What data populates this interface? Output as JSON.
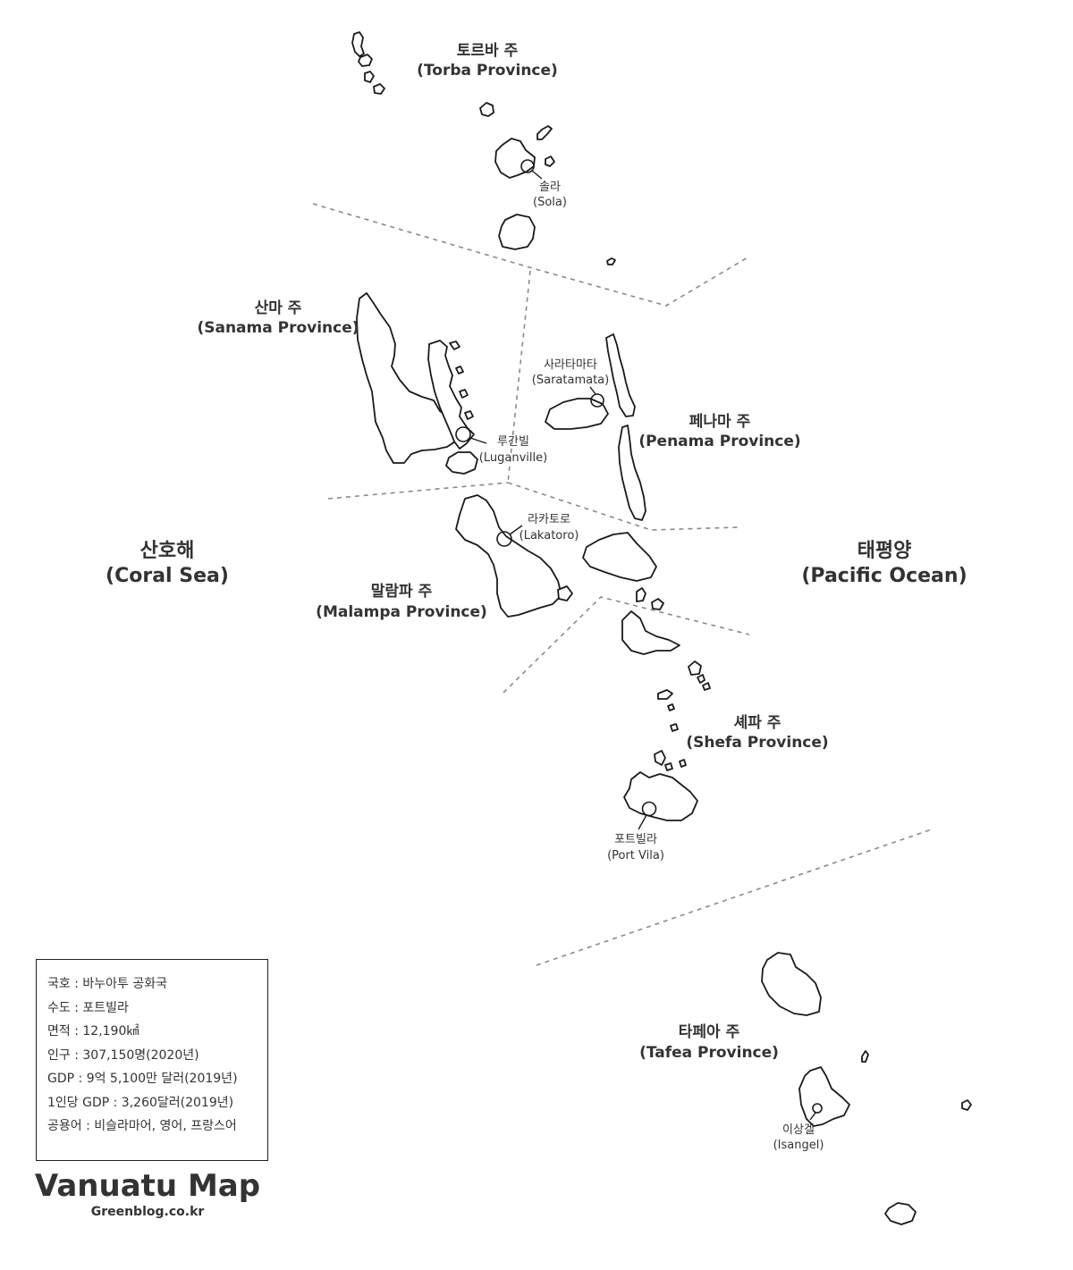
{
  "provinces": {
    "torba": {
      "name_ko": "토르바 주",
      "name_en": "(Torba Province)"
    },
    "sanama": {
      "name_ko": "산마 주",
      "name_en": "(Sanama Province)"
    },
    "penama": {
      "name_ko": "페나마 주",
      "name_en": "(Penama Province)"
    },
    "malampa": {
      "name_ko": "말람파 주",
      "name_en": "(Malampa Province)"
    },
    "shefa": {
      "name_ko": "셰파 주",
      "name_en": "(Shefa Province)"
    },
    "tafea": {
      "name_ko": "타페아 주",
      "name_en": "(Tafea Province)"
    }
  },
  "seas": {
    "coral": {
      "name_ko": "산호해",
      "name_en": "(Coral Sea)"
    },
    "pacific": {
      "name_ko": "태평양",
      "name_en": "(Pacific Ocean)"
    }
  },
  "cities": {
    "sola": {
      "name_ko": "솔라",
      "name_en": "(Sola)"
    },
    "saratamata": {
      "name_ko": "사라타마타",
      "name_en": "(Saratamata)"
    },
    "luganville": {
      "name_ko": "루간빌",
      "name_en": "(Luganville)"
    },
    "lakatoro": {
      "name_ko": "라카토로",
      "name_en": "(Lakatoro)"
    },
    "portvila": {
      "name_ko": "포트빌라",
      "name_en": "(Port Vila)"
    },
    "isangel": {
      "name_ko": "이상겔",
      "name_en": "(Isangel)"
    }
  },
  "info": {
    "rows": [
      "국호 : 바누아투 공화국",
      "수도 : 포트빌라",
      "면적 : 12,190㎢",
      "인구 : 307,150명(2020년)",
      "GDP : 9억 5,100만 달러(2019년)",
      "1인당 GDP : 3,260달러(2019년)",
      "공용어 : 비슬라마어, 영어, 프랑스어"
    ]
  },
  "title": "Vanuatu Map",
  "credit": "Greenblog.co.kr"
}
